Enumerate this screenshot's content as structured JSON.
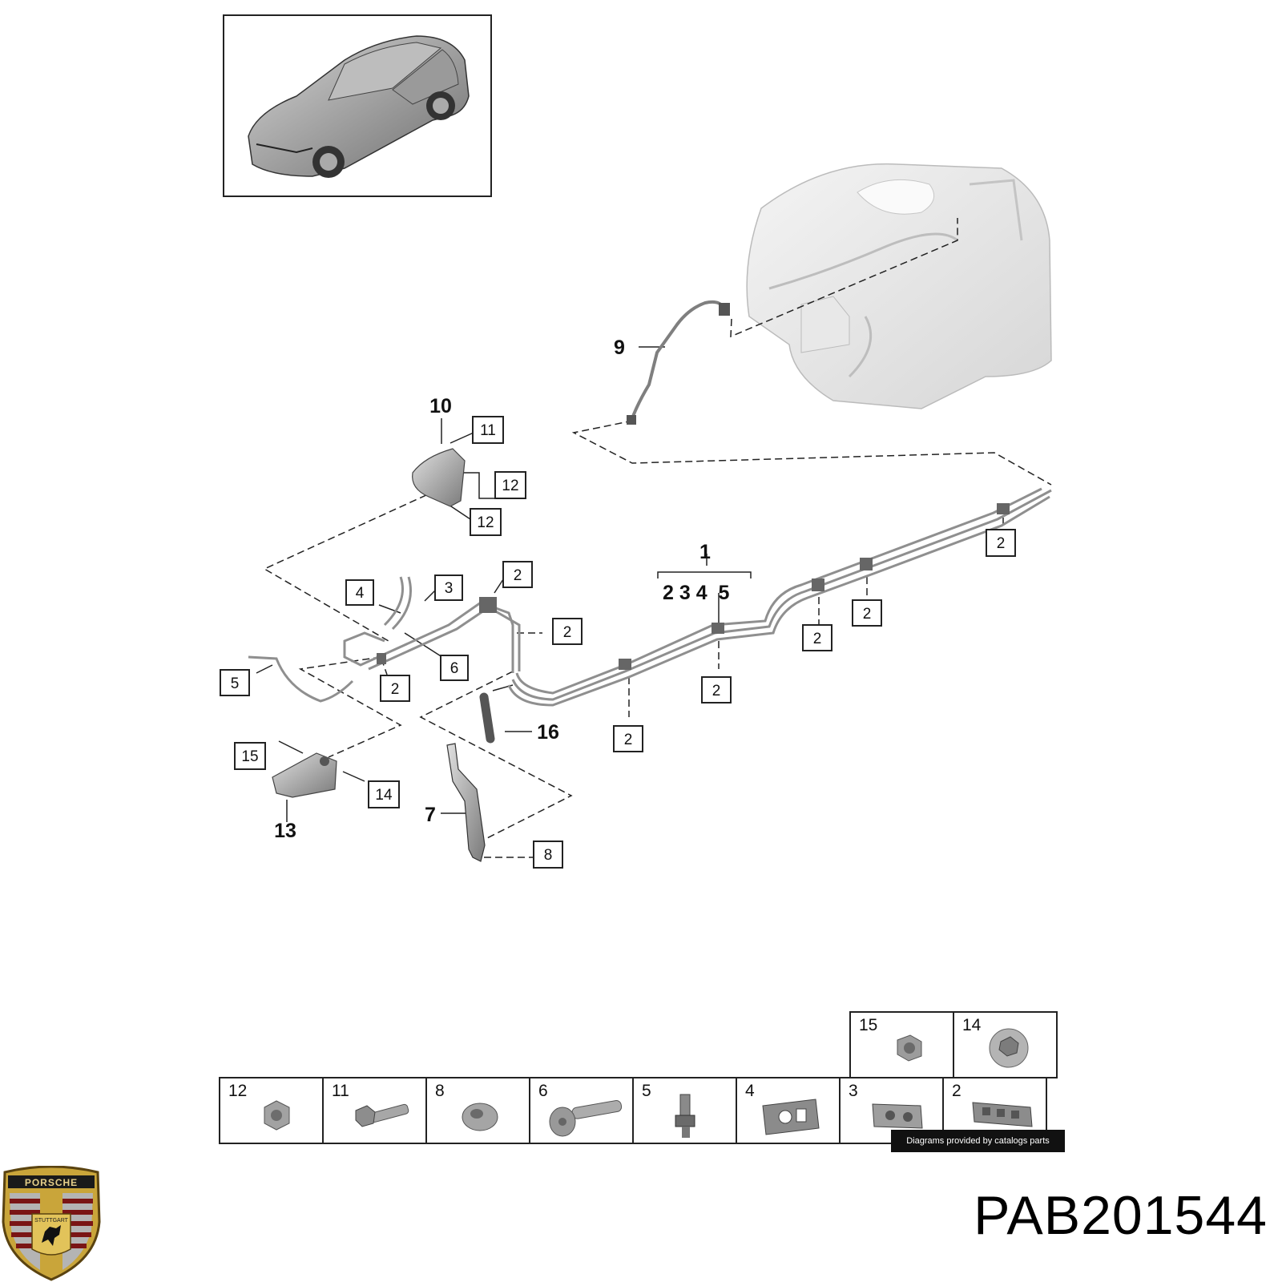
{
  "diagram": {
    "callouts_boxed": [
      {
        "id": "c11",
        "label": "11"
      },
      {
        "id": "c12a",
        "label": "12"
      },
      {
        "id": "c12b",
        "label": "12"
      },
      {
        "id": "c4",
        "label": "4"
      },
      {
        "id": "c3",
        "label": "3"
      },
      {
        "id": "c2a",
        "label": "2"
      },
      {
        "id": "c2b",
        "label": "2"
      },
      {
        "id": "c6",
        "label": "6"
      },
      {
        "id": "c5",
        "label": "5"
      },
      {
        "id": "c2c",
        "label": "2"
      },
      {
        "id": "c2d",
        "label": "2"
      },
      {
        "id": "c2e",
        "label": "2"
      },
      {
        "id": "c2f",
        "label": "2"
      },
      {
        "id": "c2g",
        "label": "2"
      },
      {
        "id": "c2h",
        "label": "2"
      },
      {
        "id": "c15",
        "label": "15"
      },
      {
        "id": "c14",
        "label": "14"
      },
      {
        "id": "c8",
        "label": "8"
      }
    ],
    "callouts_bold": [
      {
        "id": "b9",
        "label": "9"
      },
      {
        "id": "b10",
        "label": "10"
      },
      {
        "id": "b1",
        "label": "1"
      },
      {
        "id": "b2345",
        "label": "2 3 4  5"
      },
      {
        "id": "b16",
        "label": "16"
      },
      {
        "id": "b7",
        "label": "7"
      },
      {
        "id": "b13",
        "label": "13"
      }
    ]
  },
  "legend": {
    "top_row": [
      {
        "num": "15",
        "icon": "hex-nut-flange-icon"
      },
      {
        "num": "14",
        "icon": "nut-washer-icon"
      }
    ],
    "bottom_row": [
      {
        "num": "12",
        "icon": "hex-nut-icon"
      },
      {
        "num": "11",
        "icon": "bolt-icon"
      },
      {
        "num": "8",
        "icon": "flange-nut-icon"
      },
      {
        "num": "6",
        "icon": "stud-bolt-icon"
      },
      {
        "num": "5",
        "icon": "clip-icon"
      },
      {
        "num": "4",
        "icon": "bracket-clip-icon"
      },
      {
        "num": "3",
        "icon": "pipe-holder-icon"
      },
      {
        "num": "2",
        "icon": "line-clip-icon"
      }
    ]
  },
  "watermark": "Diagrams provided by catalogs parts",
  "part_number": "PAB201544",
  "logo": {
    "brand_text": "PORSCHE",
    "city_text": "STUTTGART"
  }
}
